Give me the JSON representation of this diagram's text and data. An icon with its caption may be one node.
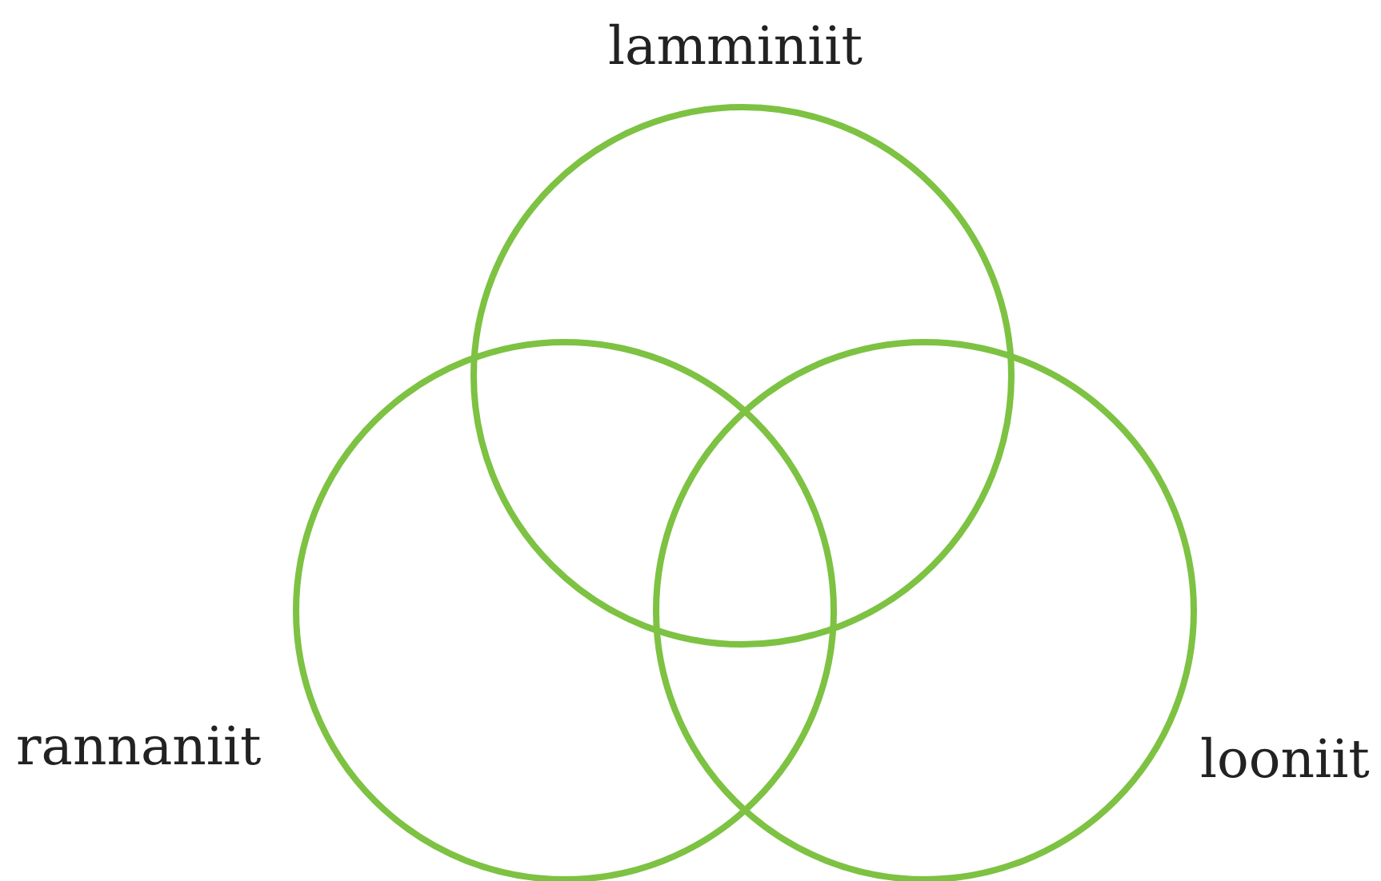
{
  "diagram": {
    "nodes": [
      {
        "text": [
          "lamminiit"
        ]
      },
      {
        "text": [
          "rannaniit"
        ]
      },
      {
        "text": [
          "looniit"
        ]
      }
    ]
  }
}
